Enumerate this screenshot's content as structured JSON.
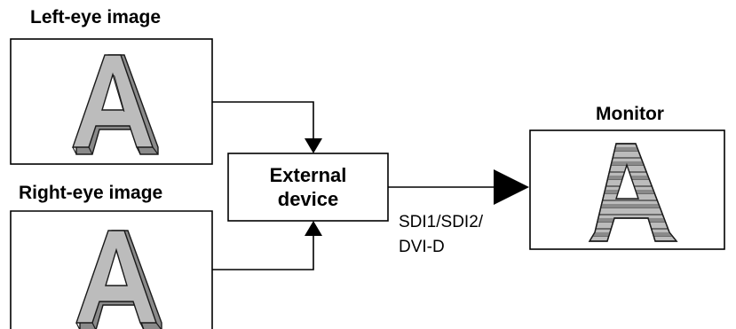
{
  "labels": {
    "left_eye": "Left-eye image",
    "right_eye": "Right-eye image",
    "monitor": "Monitor"
  },
  "device": {
    "line1": "External",
    "line2": "device"
  },
  "link": {
    "line1": "SDI1/SDI2/",
    "line2": "DVI-D"
  },
  "glyph": "A",
  "colors": {
    "stroke": "#1a1a1a",
    "face": "#bcbcbc",
    "side": "#8a8a8a",
    "top": "#e6e6e6"
  }
}
